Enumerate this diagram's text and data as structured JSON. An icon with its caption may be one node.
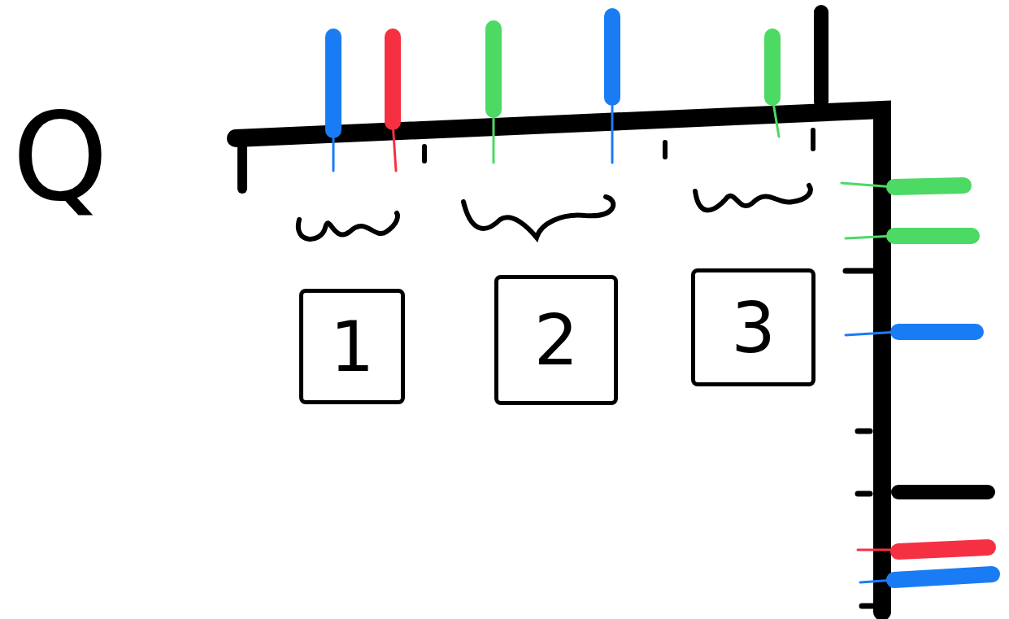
{
  "diagram": {
    "nodes": [
      {
        "text": [
          "1"
        ]
      },
      {
        "text": [
          "2"
        ]
      },
      {
        "text": [
          "3"
        ]
      }
    ],
    "labels": [
      "Q"
    ]
  }
}
